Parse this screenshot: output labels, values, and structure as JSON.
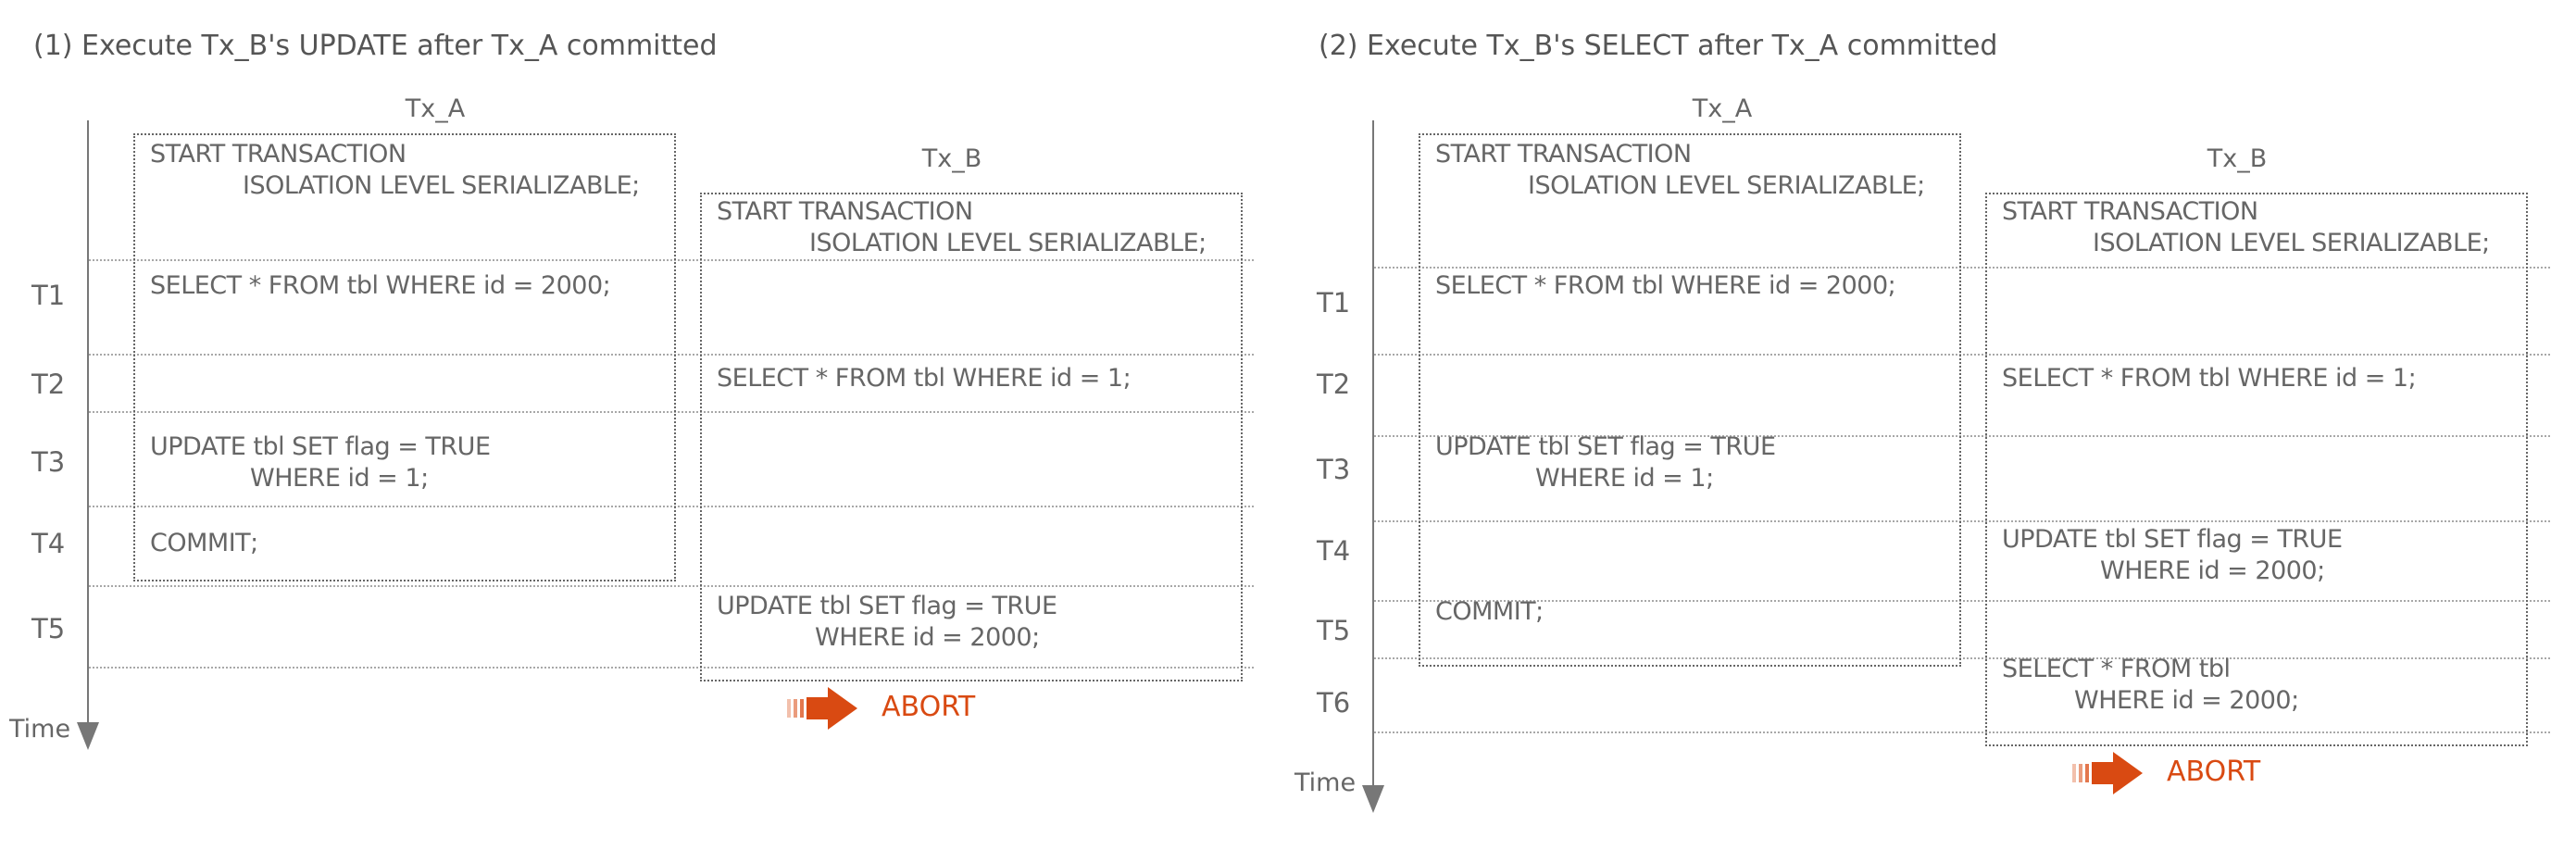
{
  "panel1": {
    "title": "(1) Execute Tx_B's UPDATE after Tx_A committed",
    "time_label": "Time",
    "rows": [
      "T1",
      "T2",
      "T3",
      "T4",
      "T5"
    ],
    "tx_a": {
      "name": "Tx_A",
      "start_1": "START TRANSACTION",
      "start_2": "ISOLATION LEVEL SERIALIZABLE;",
      "select": "SELECT * FROM tbl WHERE id = 2000;",
      "update_1": "UPDATE tbl SET flag = TRUE",
      "update_2": "WHERE id = 1;",
      "commit": "COMMIT;"
    },
    "tx_b": {
      "name": "Tx_B",
      "start_1": "START TRANSACTION",
      "start_2": "ISOLATION LEVEL SERIALIZABLE;",
      "select": "SELECT * FROM tbl WHERE id = 1;",
      "update_1": "UPDATE tbl SET flag = TRUE",
      "update_2": "WHERE id = 2000;"
    },
    "abort": "ABORT"
  },
  "panel2": {
    "title": "(2) Execute Tx_B's SELECT after Tx_A committed",
    "time_label": "Time",
    "rows": [
      "T1",
      "T2",
      "T3",
      "T4",
      "T5",
      "T6"
    ],
    "tx_a": {
      "name": "Tx_A",
      "start_1": "START TRANSACTION",
      "start_2": "ISOLATION LEVEL SERIALIZABLE;",
      "select": "SELECT * FROM tbl WHERE id = 2000;",
      "update_1": "UPDATE tbl SET flag = TRUE",
      "update_2": "WHERE id = 1;",
      "commit": "COMMIT;"
    },
    "tx_b": {
      "name": "Tx_B",
      "start_1": "START TRANSACTION",
      "start_2": "ISOLATION LEVEL SERIALIZABLE;",
      "select": "SELECT * FROM tbl WHERE id = 1;",
      "update_1": "UPDATE tbl SET flag = TRUE",
      "update_2": "WHERE id = 2000;",
      "select2_1": "SELECT * FROM tbl",
      "select2_2": "WHERE id = 2000;"
    },
    "abort": "ABORT"
  },
  "colors": {
    "abort_accent": "#d94a12",
    "text": "#666666",
    "axis": "#777777"
  }
}
